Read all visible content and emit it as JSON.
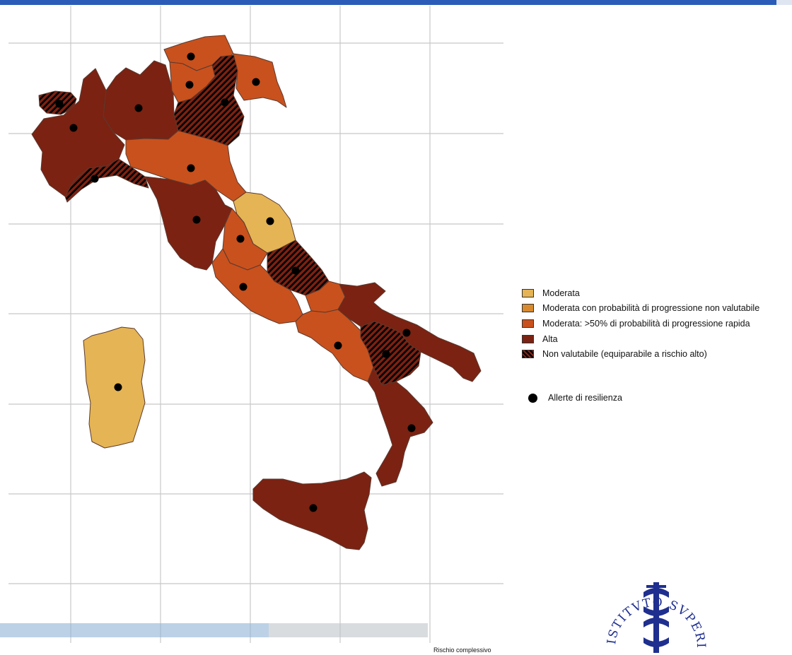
{
  "colors": {
    "header_bar": "#2a5cb8",
    "moderata": "#e5b454",
    "moderata_non_valutabile": "#d98a2e",
    "moderata_progressione": "#c9511d",
    "alta": "#7b2212",
    "non_valutabile_hatch": "#000000",
    "grid": "#c8c8c8"
  },
  "legend": {
    "items": [
      {
        "label": "Moderata",
        "color": "#e5b454",
        "hatched": false
      },
      {
        "label": "Moderata con probabilità di progressione non valutabile",
        "color": "#d98a2e",
        "hatched": false
      },
      {
        "label": "Moderata: >50% di probabilità di progressione rapida",
        "color": "#c9511d",
        "hatched": false
      },
      {
        "label": "Alta",
        "color": "#7b2212",
        "hatched": false
      },
      {
        "label": "Non valutabile (equiparabile a rischio alto)",
        "color": "#7b2212",
        "hatched": true
      }
    ],
    "allerte_label": "Allerte di resilienza"
  },
  "map": {
    "caption": "Rischio complessivo",
    "regions": [
      {
        "name": "Valle d'Aosta",
        "risk": "Non valutabile (equiparabile a rischio alto)",
        "resilience_alert": true
      },
      {
        "name": "Piemonte",
        "risk": "Alta",
        "resilience_alert": true
      },
      {
        "name": "Lombardia",
        "risk": "Alta",
        "resilience_alert": true
      },
      {
        "name": "Liguria",
        "risk": "Non valutabile (equiparabile a rischio alto)",
        "resilience_alert": true
      },
      {
        "name": "P.A. Bolzano",
        "risk": "Moderata: >50% di probabilità di progressione rapida",
        "resilience_alert": true
      },
      {
        "name": "P.A. Trento",
        "risk": "Moderata: >50% di probabilità di progressione rapida",
        "resilience_alert": true
      },
      {
        "name": "Veneto",
        "risk": "Non valutabile (equiparabile a rischio alto)",
        "resilience_alert": true
      },
      {
        "name": "Friuli Venezia Giulia",
        "risk": "Moderata: >50% di probabilità di progressione rapida",
        "resilience_alert": true
      },
      {
        "name": "Emilia-Romagna",
        "risk": "Moderata: >50% di probabilità di progressione rapida",
        "resilience_alert": true
      },
      {
        "name": "Toscana",
        "risk": "Alta",
        "resilience_alert": true
      },
      {
        "name": "Marche",
        "risk": "Moderata",
        "resilience_alert": true
      },
      {
        "name": "Umbria",
        "risk": "Moderata: >50% di probabilità di progressione rapida",
        "resilience_alert": true
      },
      {
        "name": "Lazio",
        "risk": "Moderata: >50% di probabilità di progressione rapida",
        "resilience_alert": true
      },
      {
        "name": "Abruzzo",
        "risk": "Non valutabile (equiparabile a rischio alto)",
        "resilience_alert": true
      },
      {
        "name": "Molise",
        "risk": "Moderata: >50% di probabilità di progressione rapida",
        "resilience_alert": false
      },
      {
        "name": "Campania",
        "risk": "Moderata: >50% di probabilità di progressione rapida",
        "resilience_alert": true
      },
      {
        "name": "Puglia",
        "risk": "Alta",
        "resilience_alert": true
      },
      {
        "name": "Basilicata",
        "risk": "Non valutabile (equiparabile a rischio alto)",
        "resilience_alert": true
      },
      {
        "name": "Calabria",
        "risk": "Alta",
        "resilience_alert": true
      },
      {
        "name": "Sicilia",
        "risk": "Alta",
        "resilience_alert": true
      },
      {
        "name": "Sardegna",
        "risk": "Moderata",
        "resilience_alert": true
      }
    ]
  },
  "logo": {
    "text": "ISTITVTO SVPERIORE DI SANITÀ",
    "color": "#1f2f8f"
  }
}
